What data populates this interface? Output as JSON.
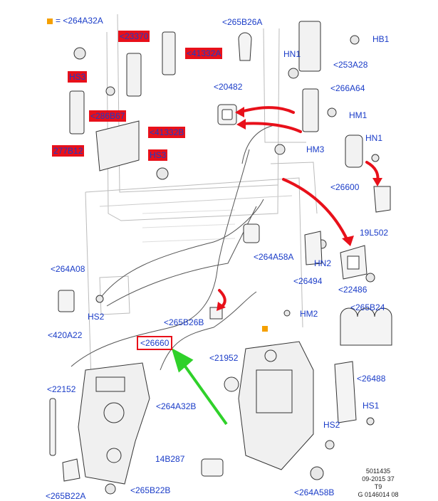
{
  "legend": {
    "marker": "orange-square",
    "eq": "=",
    "code": "<264A32A"
  },
  "labels": {
    "l_265B26A_top": "<265B26A",
    "l_HB1": "HB1",
    "l_HN1_a": "HN1",
    "l_253A28": "<253A28",
    "l_20482": "<20482",
    "l_266A64": "<266A64",
    "l_HM1": "HM1",
    "l_HN1_b": "HN1",
    "l_HM3": "HM3",
    "l_26600": "<26600",
    "l_19L502": "19L502",
    "l_264A58A": "<264A58A",
    "l_HN2": "HN2",
    "l_26494": "<26494",
    "l_22486": "<22486",
    "l_264A08": "<264A08",
    "l_HS2_a": "HS2",
    "l_420A22": "<420A22",
    "l_265B26B": "<265B26B",
    "l_HM2": "HM2",
    "l_265B24": "<265B24",
    "l_26660": "<26660",
    "l_21952": "<21952",
    "l_22152": "<22152",
    "l_264A32B": "<264A32B",
    "l_26488": "<26488",
    "l_HS1": "HS1",
    "l_HS2_b": "HS2",
    "l_14B287": "14B287",
    "l_264A58B": "<264A58B",
    "l_265B22A": "<265B22A",
    "l_265B22B": "<265B22B"
  },
  "red_labels": {
    "r_23370": "<23370",
    "r_41332A": "<41332A",
    "r_HS3_a": "HS3",
    "r_286B67": "<286B67",
    "r_41332B": "<41332B",
    "r_277B12": "277B12",
    "r_HS3_b": "HS3"
  },
  "footer": {
    "line1": "5011435",
    "line2": "09-2015 37",
    "line3": "T9",
    "line4": "G 0146014 08"
  },
  "colors": {
    "label_text": "#1a3cc8",
    "highlight_fill": "#e8101a",
    "arrow_red": "#e8101a",
    "arrow_green": "#2fd12a",
    "marker": "#f5a000"
  }
}
